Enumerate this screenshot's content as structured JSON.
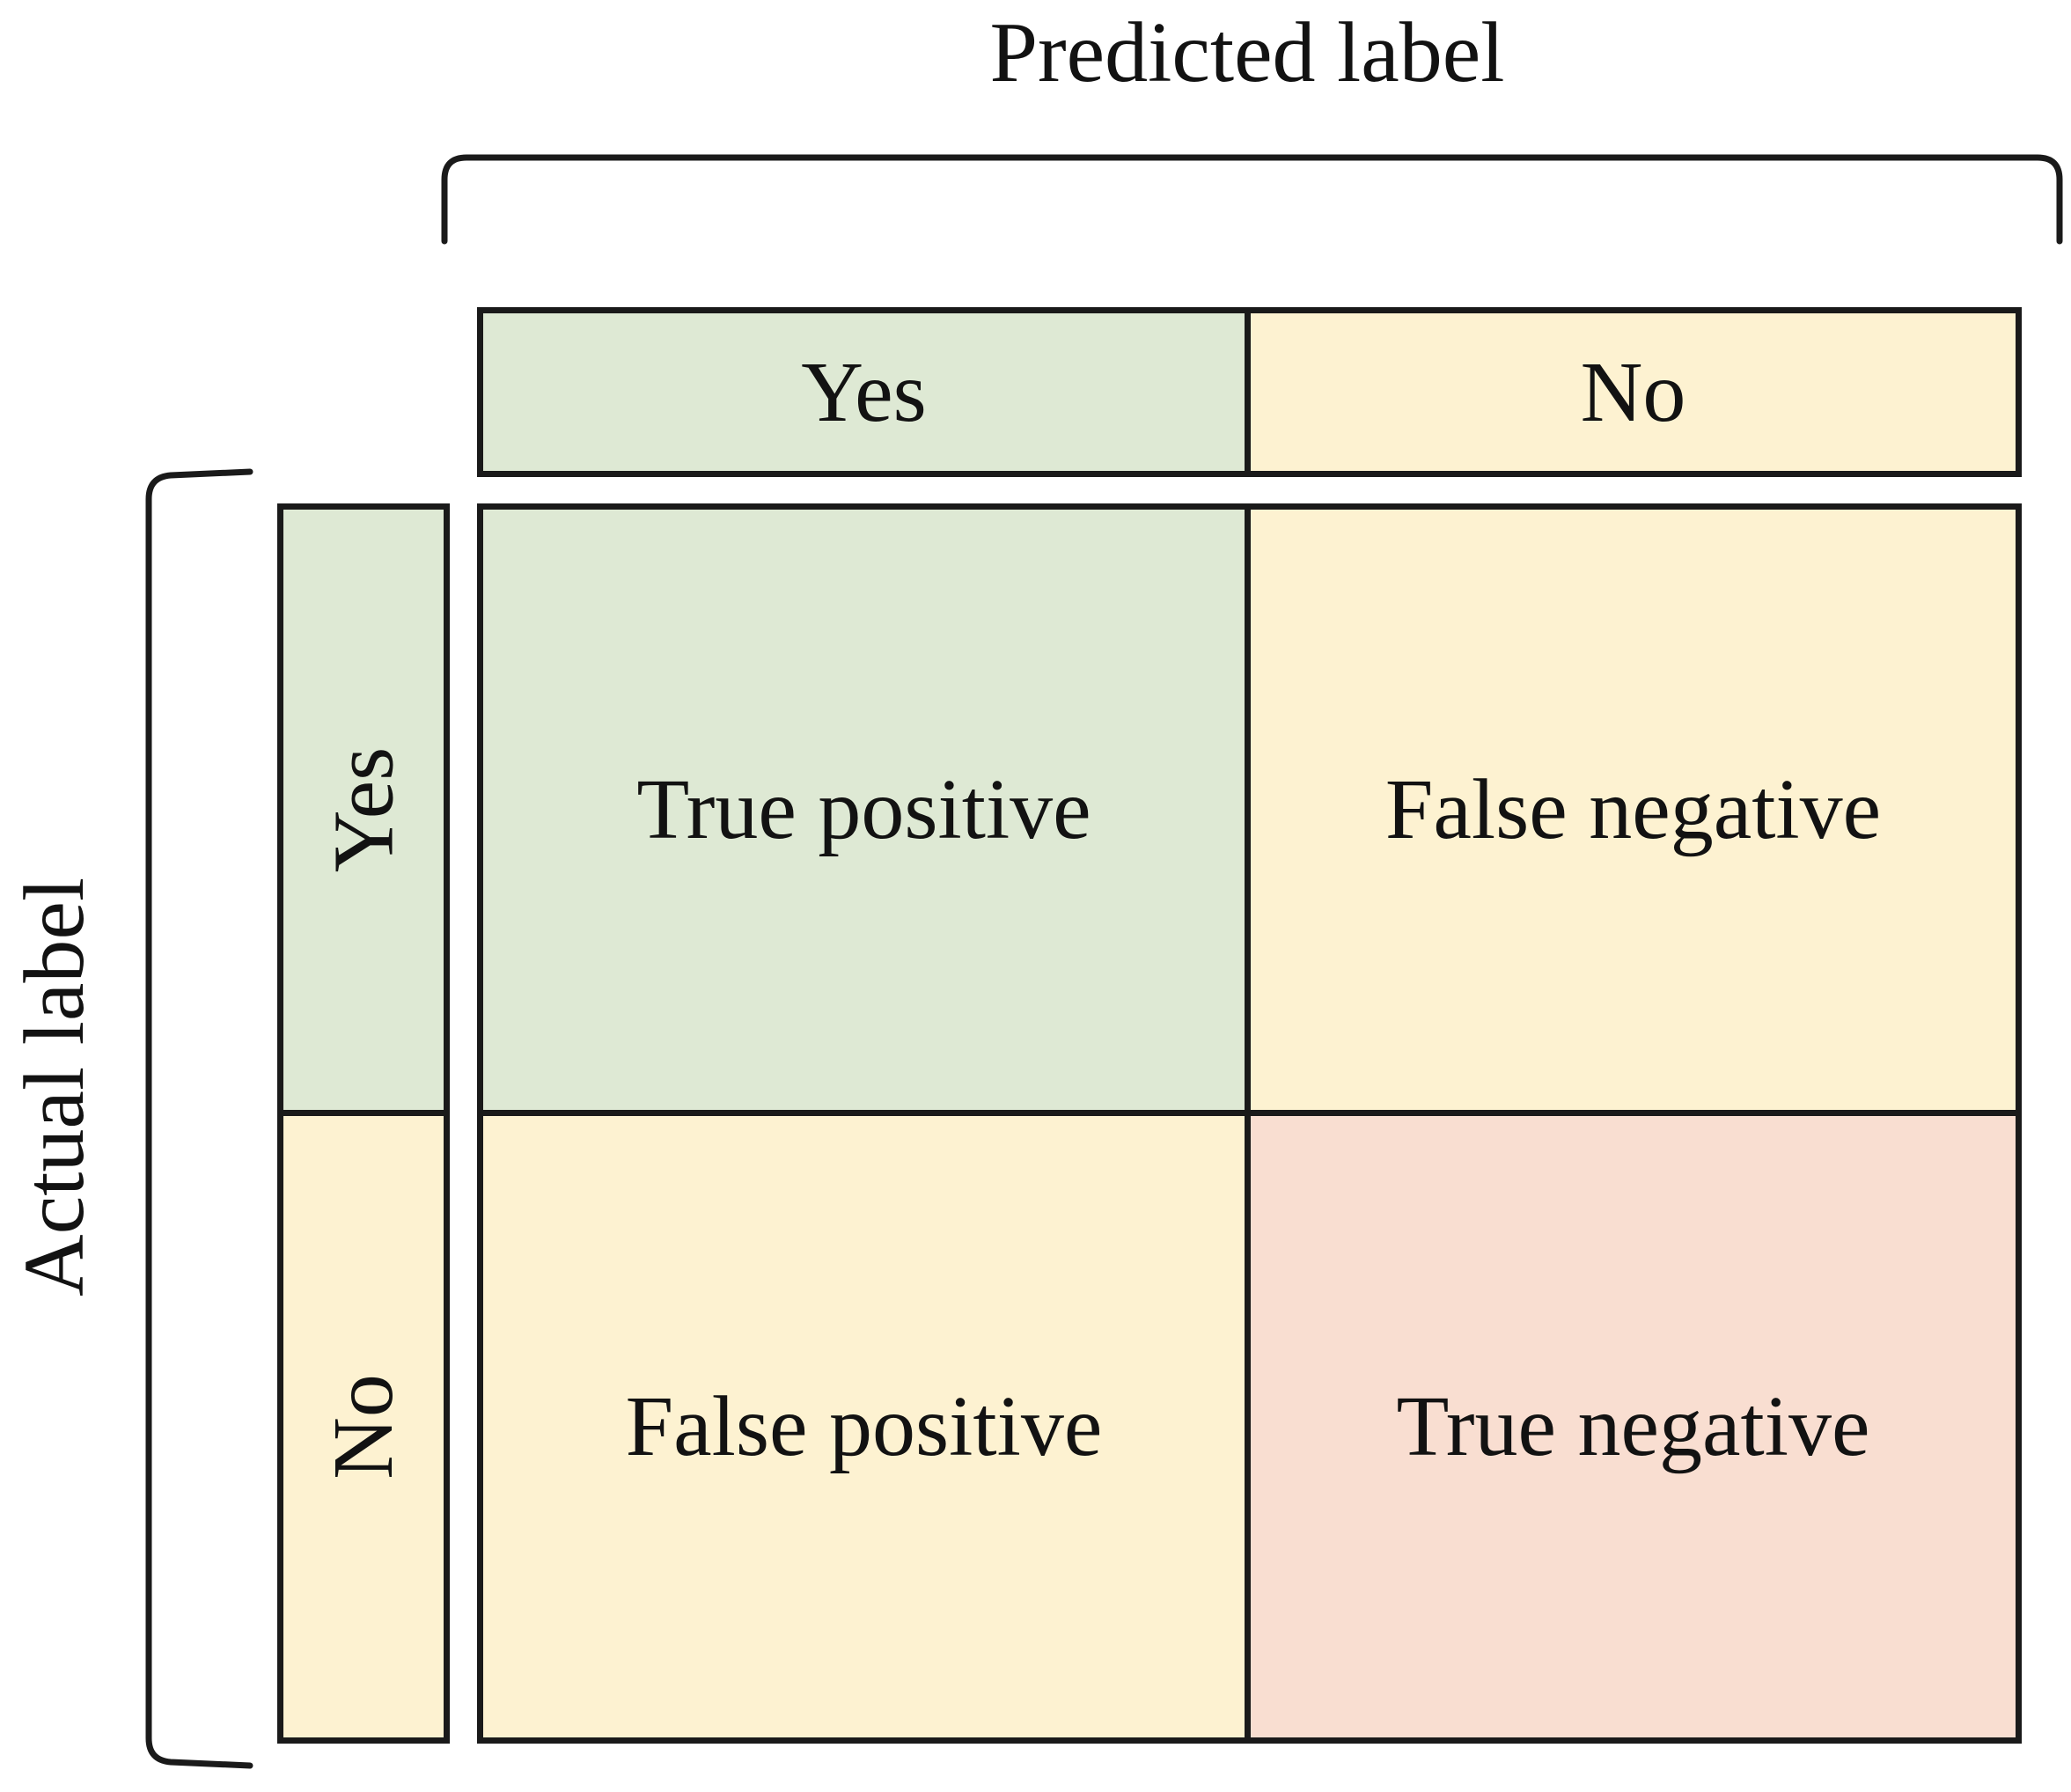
{
  "matrix": {
    "predicted_label": "Predicted label",
    "actual_label": "Actual label",
    "col_headers": [
      "Yes",
      "No"
    ],
    "row_headers": [
      "Yes",
      "No"
    ],
    "cells": [
      [
        "True positive",
        "False negative"
      ],
      [
        "False positive",
        "True negative"
      ]
    ],
    "colors": {
      "green": "#dee9d4",
      "yellow": "#fdf2d1",
      "pink": "#f9ded1",
      "line": "#1a1a1a"
    }
  }
}
